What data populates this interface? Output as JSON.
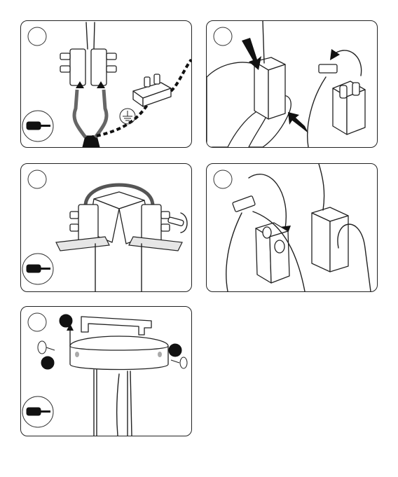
{
  "figure": {
    "panels": [
      {
        "id": 1,
        "content": "wiring-connectors-ground-terminal",
        "tool": "screwdriver"
      },
      {
        "id": 2,
        "content": "insert-connector-into-cover"
      },
      {
        "id": 3,
        "content": "tighten-terminal-screws",
        "tool": "screwdriver"
      },
      {
        "id": 4,
        "content": "fold-cover-onto-connector"
      },
      {
        "id": 5,
        "content": "mount-bracket-and-canopy",
        "tool": "screwdriver"
      }
    ]
  },
  "colors": {
    "line": "#222222",
    "fill": "#ffffff",
    "accent": "#111111"
  }
}
